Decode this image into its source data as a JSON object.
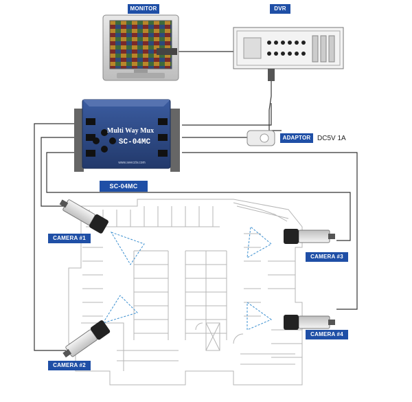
{
  "labels": {
    "monitor": "MONITOR",
    "dvr": "DVR",
    "adaptor": "ADAPTOR",
    "adaptor_spec": "DC5V 1A",
    "device_caption": "SC-04MC",
    "camera_1": "CAMERA #1",
    "camera_2": "CAMERA #2",
    "camera_3": "CAMERA #3",
    "camera_4": "CAMERA #4"
  },
  "device": {
    "title": "Multi Way Mux",
    "model": "SC-04MC",
    "url": "www.seecctv.com"
  },
  "colors": {
    "tag_bg": "#1f4fa6",
    "device_body": "#2f4a86",
    "cable": "#333333",
    "floorplan_line": "#b5b5b5",
    "fov_line": "#3a8fd0"
  }
}
